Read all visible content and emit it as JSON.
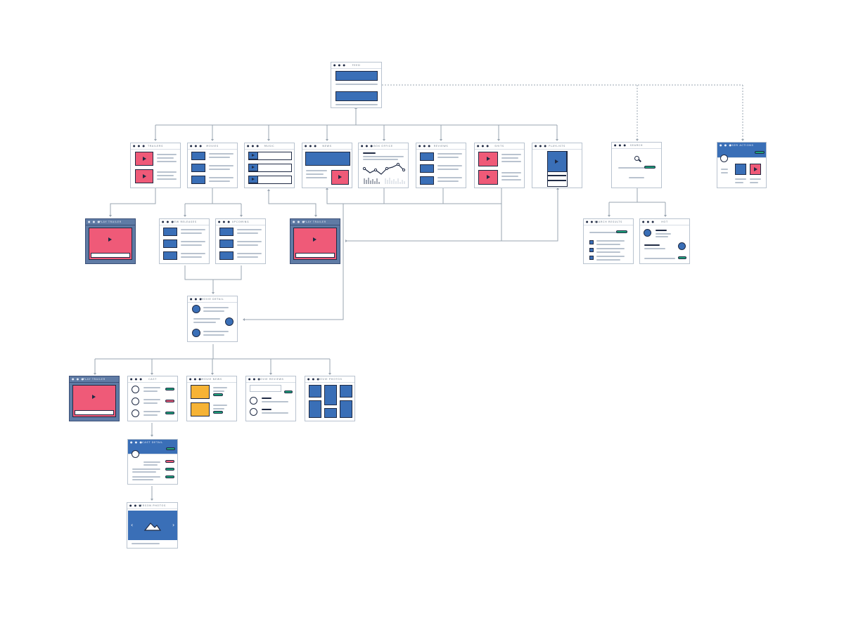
{
  "nodes": {
    "feed": "FEED",
    "trailers": "TRAILERS",
    "movies": "MOVIES",
    "music": "MUSIC",
    "news": "NEWS",
    "box_office": "BOX OFFICE",
    "reviews": "REVIEWS",
    "shits": "SHITS",
    "playlists": "PLAYLISTS",
    "search": "SEARCH",
    "user_actions": "USER ACTIONS",
    "play_trailer_1": "PLAY TRAILER",
    "new_releases": "NEW RELEASES",
    "upcoming": "UPCOMING",
    "play_trailer_2": "PLAY TRAILER",
    "search_results": "SEARCH RESULTS",
    "hot": "HOT",
    "movie_detail": "MOVIE DETAIL",
    "play_trailer_3": "PLAY TRAILER",
    "cast": "CAST",
    "movie_news": "MOVIE NEWS",
    "movie_reviews": "MOVIE REVIEWS",
    "movie_photos": "MOVIE PHOTOS",
    "cast_detail": "CAST DETAIL",
    "person_photos": "PERSON PHOTOS"
  },
  "window_dots": "● ● ●",
  "colors": {
    "blue": "#3a6fb7",
    "pink": "#ef5a78",
    "orange": "#f6b335",
    "green": "#1fa37a",
    "navy": "#1f2a44",
    "connector": "#9aa5b1"
  }
}
